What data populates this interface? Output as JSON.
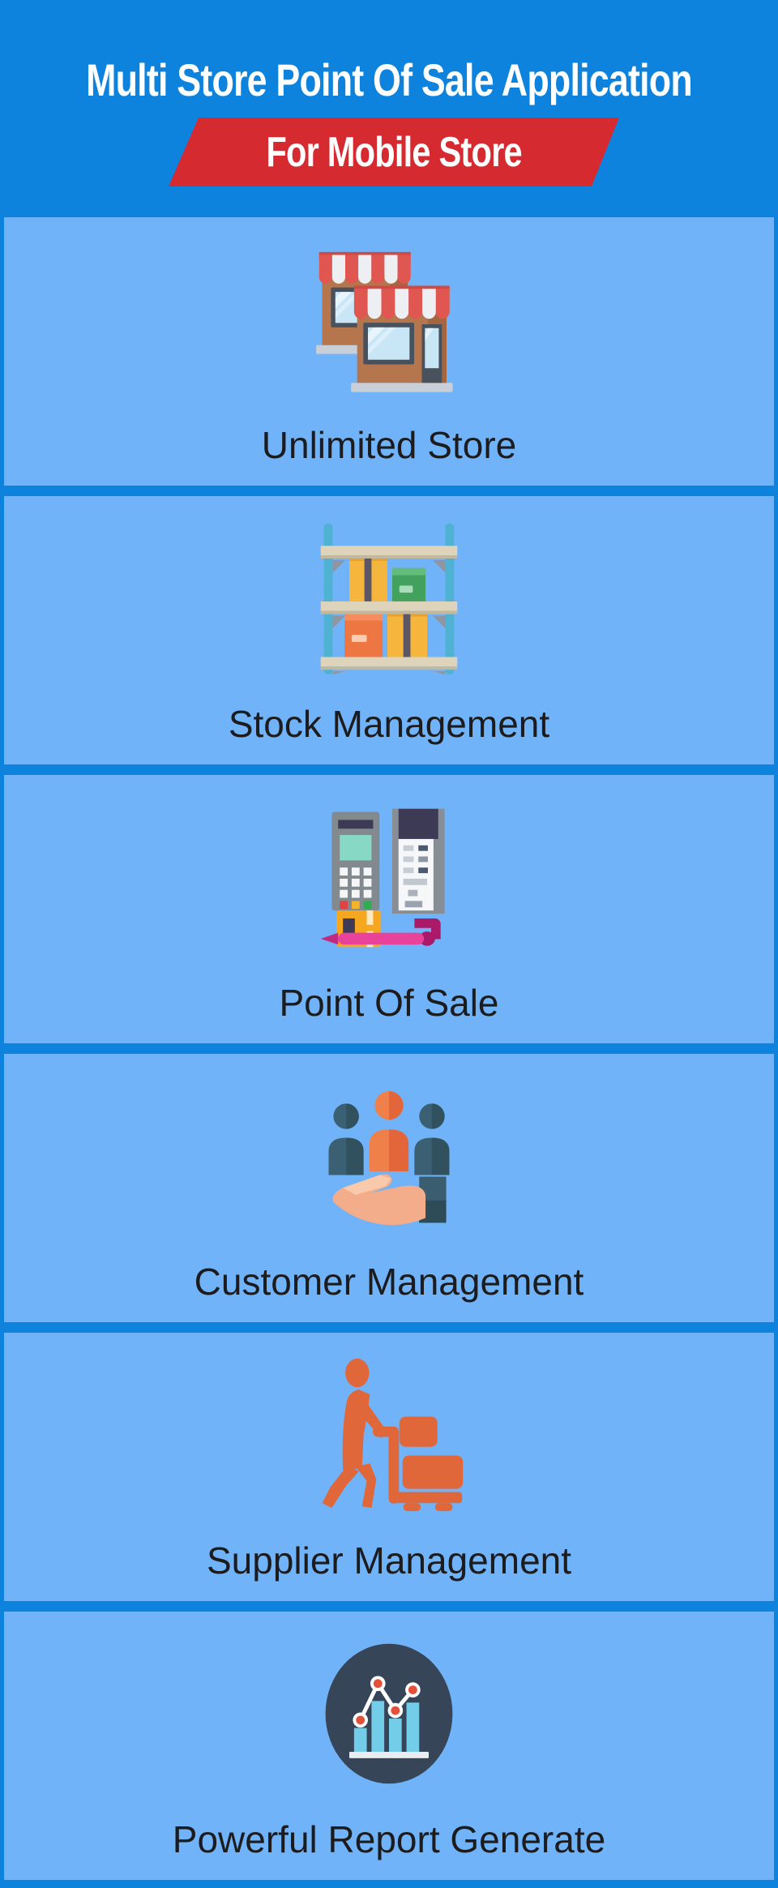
{
  "header": {
    "title": "Multi Store Point Of Sale Application",
    "ribbon": "For Mobile Store"
  },
  "sections": [
    {
      "label": "Unlimited Store",
      "icon": "store-icon"
    },
    {
      "label": "Stock Management",
      "icon": "stock-shelf-icon"
    },
    {
      "label": "Point Of Sale",
      "icon": "pos-terminal-icon"
    },
    {
      "label": "Customer Management",
      "icon": "customer-hand-icon"
    },
    {
      "label": "Supplier Management",
      "icon": "supplier-trolley-icon"
    },
    {
      "label": "Powerful Report Generate",
      "icon": "report-chart-icon"
    }
  ],
  "colors": {
    "page_background": "#0d83de",
    "section_background": "#71b3f8",
    "ribbon_red": "#d42a30",
    "title_text": "#ffffff",
    "label_text": "#1c1c1e",
    "store_brown": "#b5754d",
    "awning_red": "#e05752",
    "awning_white": "#edeff3",
    "window_glass": "#c9e6f7",
    "shelf_teal": "#4fb2d2",
    "shelf_tan": "#ded4bc",
    "box_yellow": "#f6b63e",
    "box_green": "#42a15d",
    "box_orange": "#ee7643",
    "pos_gray": "#82898f",
    "pos_dark": "#3d3a55",
    "pos_screen": "#87d8c4",
    "card_orange": "#f5a71f",
    "pen_pink": "#e8429a",
    "people_slate": "#3c6073",
    "people_orange": "#f08049",
    "hand_skin": "#f4ad8a",
    "supplier_orange": "#e0673a",
    "report_circle": "#364557",
    "report_bar_blue": "#73cde9",
    "report_dot_red": "#e65039"
  }
}
